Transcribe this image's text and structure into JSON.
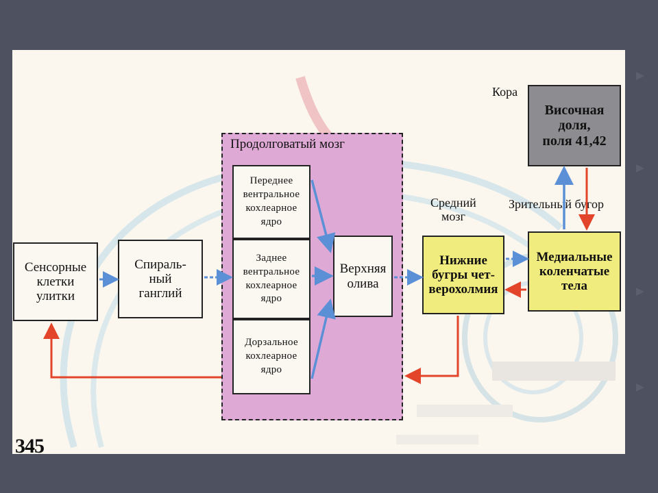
{
  "page_number": "345",
  "regions": {
    "medulla_title": "Продолговатый мозг",
    "midbrain_label": "Средний\nмозг",
    "thalamus_label": "Зрительный бугор",
    "cortex_label": "Кора"
  },
  "boxes": {
    "sensory_cells": "Сенсорные\nклетки\nулитки",
    "spiral_ganglion": "Спираль-\nный\nганглий",
    "anterior_nucleus": "Переднее\nвентральное\nкохлеарное\nядро",
    "posterior_nucleus": "Заднее\nвентральное\nкохлеарное\nядро",
    "dorsal_nucleus": "Дорзальное\nкохлеарное\nядро",
    "superior_olive": "Верхняя\nолива",
    "inferior_colliculi": "Нижние\nбугры чет-\nверохолмия",
    "medial_geniculate": "Медиальные\nколенчатые\nтела",
    "temporal_lobe": "Височная\nдоля,\nполя 41,42"
  },
  "colors": {
    "afferent_arrow": "#5b8fd6",
    "efferent_arrow": "#e2452a",
    "medulla_fill": "#dfa9d6",
    "midbrain_fill": "#f1ec7e",
    "cortex_fill": "#8d8d91"
  }
}
